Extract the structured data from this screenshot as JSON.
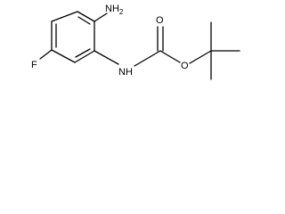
{
  "structure": {
    "atom_labels": {
      "amine": "NH",
      "amine_subscript": "2",
      "fluorine": "F",
      "carbamate_nitrogen": "NH",
      "carbonyl_oxygen": "O",
      "ether_oxygen": "O"
    },
    "colors": {
      "ink": "#000000",
      "background": "#ffffff"
    }
  }
}
